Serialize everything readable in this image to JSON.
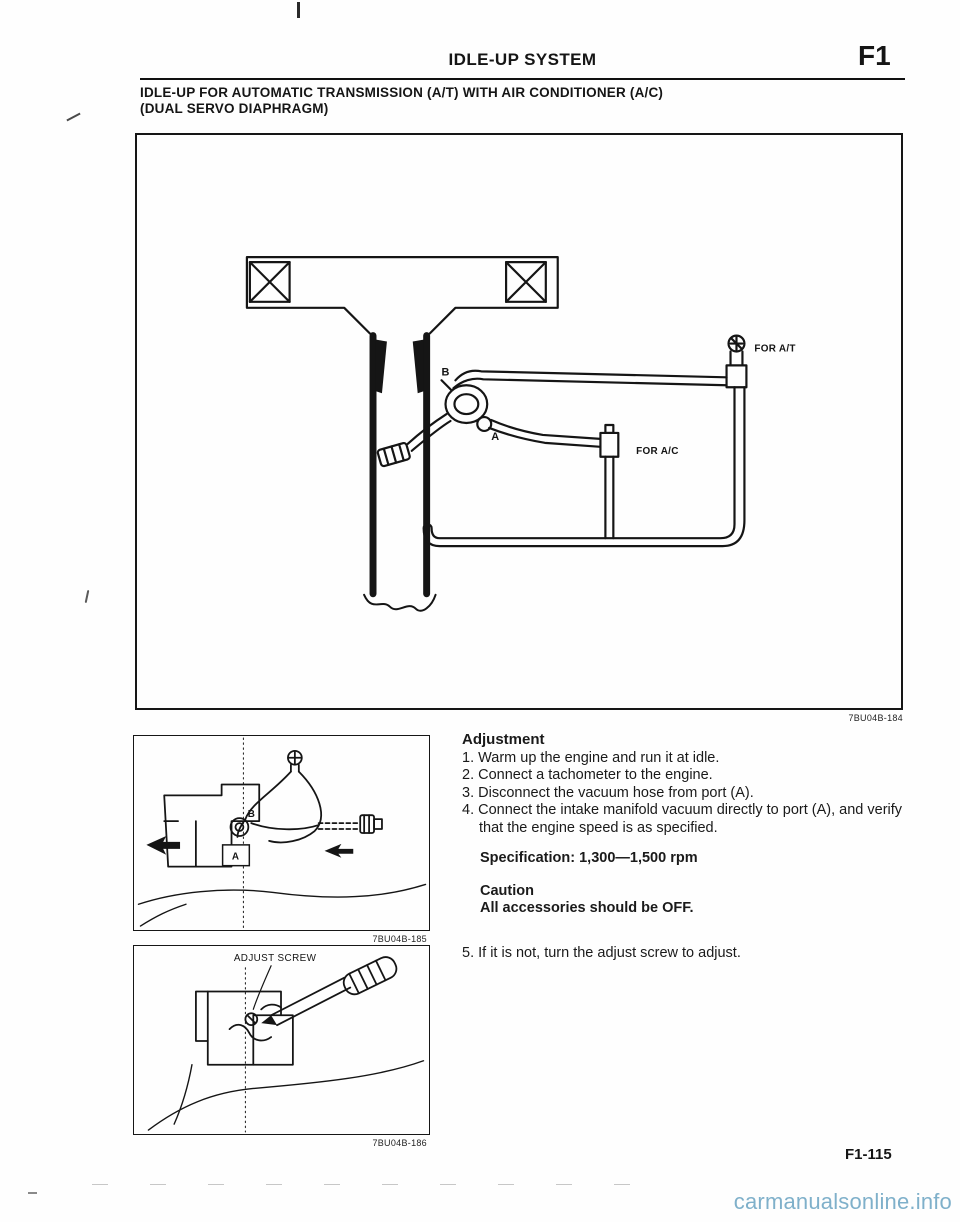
{
  "colors": {
    "ink": "#151515",
    "watermark": "#7fb0ca"
  },
  "header": {
    "title": "IDLE-UP SYSTEM",
    "code": "F1"
  },
  "section": {
    "title_line1": "IDLE-UP FOR AUTOMATIC TRANSMISSION (A/T) WITH AIR CONDITIONER (A/C)",
    "title_line2": "(DUAL SERVO DIAPHRAGM)"
  },
  "figure_main": {
    "port_b": "B",
    "port_a": "A",
    "for_at": "FOR A/T",
    "for_ac": "FOR A/C",
    "ref": "7BU04B-184"
  },
  "figure_hose": {
    "port_b": "B",
    "port_a": "A",
    "ref": "7BU04B-185"
  },
  "figure_screw": {
    "label": "ADJUST SCREW",
    "ref": "7BU04B-186"
  },
  "adjustment": {
    "heading": "Adjustment",
    "steps": [
      "1. Warm up the engine and run it at idle.",
      "2. Connect a tachometer to the engine.",
      "3. Disconnect the vacuum hose from port (A).",
      "4. Connect the intake manifold vacuum directly to port (A), and verify that the engine speed is as specified."
    ],
    "specification": "Specification: 1,300—1,500 rpm",
    "caution_heading": "Caution",
    "caution_text": "All accessories should be OFF.",
    "step5": "5. If it is not, turn the adjust screw to adjust."
  },
  "footer": {
    "page_number": "F1-115",
    "watermark": "carmanualsonline.info"
  }
}
